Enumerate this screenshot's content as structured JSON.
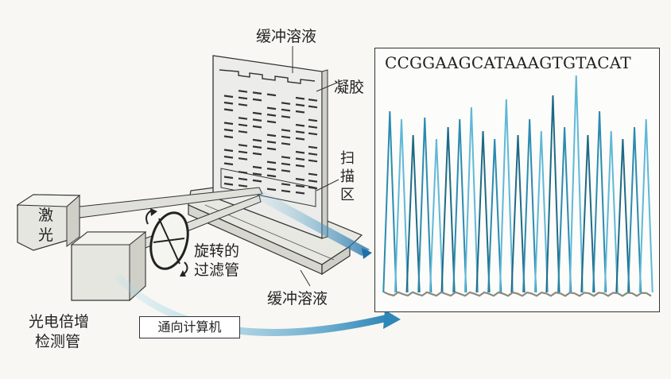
{
  "labels": {
    "buffer_top": "缓冲溶液",
    "gel": "凝胶",
    "scan_area": [
      "扫",
      "描",
      "区"
    ],
    "laser": [
      "激",
      "光"
    ],
    "rotating_filter": [
      "旋转的",
      "过滤管"
    ],
    "buffer_bottom": "缓冲溶液",
    "pmt": [
      "光电倍增",
      "检测管"
    ],
    "to_computer": "通向计算机"
  },
  "sequence": "CCGGAAGCATAAAGTGTACAT",
  "colors": {
    "peak_dark": "#1f6a86",
    "peak_mid": "#2b8bb0",
    "peak_light": "#5fb8d8",
    "arrow": "#2f86b8",
    "baseline": "#8a8a80",
    "ink": "#333333"
  }
}
